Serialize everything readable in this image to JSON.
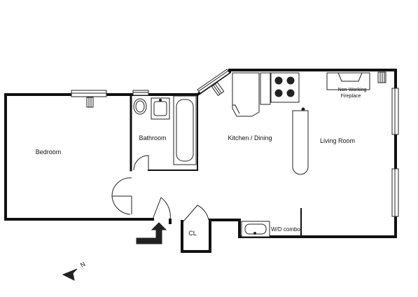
{
  "rooms": {
    "bedroom": "Bedroom",
    "bathroom": "Bathroom",
    "kitchen_dining": "Kitchen / Dining",
    "living_room": "Living Room",
    "closet": "CL",
    "wd": "W/D combo"
  },
  "fireplace": {
    "line1": "Non-Working",
    "line2": "Fireplace"
  },
  "compass": {
    "label": "N"
  }
}
